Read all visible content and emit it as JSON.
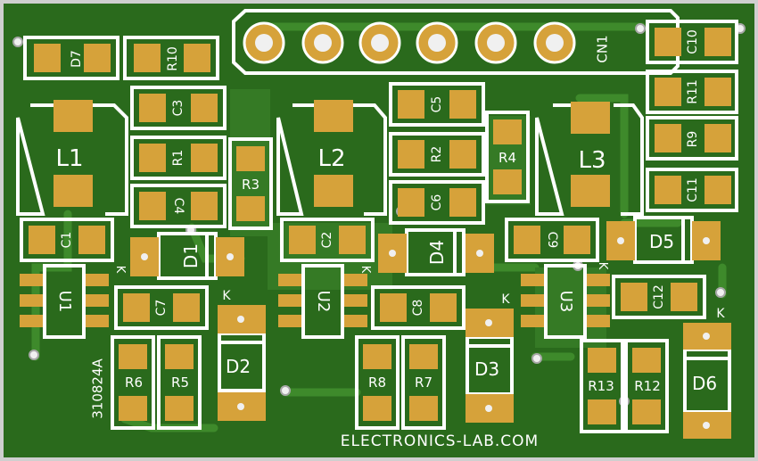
{
  "colors": {
    "board": "#2a6a1c",
    "board_edge": "#a9a9a9",
    "copper": "#d6a23a",
    "copper_dark": "#c78f2a",
    "silk": "#ffffff",
    "trace": "#3c7f2a",
    "hole": "#f0f0f0"
  },
  "labels": {
    "d7": "D7",
    "r10": "R10",
    "cn1": "CN1",
    "c10": "C10",
    "c3": "C3",
    "c5": "C5",
    "r11": "R11",
    "l1": "L1",
    "l2": "L2",
    "l3": "L3",
    "r1": "R1",
    "r2": "R2",
    "r4": "R4",
    "r9": "R9",
    "r3": "R3",
    "c4": "C4",
    "c6": "C6",
    "c11": "C11",
    "c1": "C1",
    "c2": "C2",
    "c9": "C9",
    "d1": "D1",
    "d4": "D4",
    "d5": "D5",
    "u1": "U1",
    "u2": "U2",
    "u3": "U3",
    "c7": "C7",
    "c8": "C8",
    "c12": "C12",
    "d2": "D2",
    "d3": "D3",
    "d6": "D6",
    "r6": "R6",
    "r5": "R5",
    "r8": "R8",
    "r7": "R7",
    "r13": "R13",
    "r12": "R12",
    "k1": "K",
    "k2": "K",
    "k3": "K",
    "k4": "K",
    "k5": "K",
    "k6": "K",
    "board_id": "310824A",
    "website": "ELECTRONICS-LAB.COM"
  }
}
